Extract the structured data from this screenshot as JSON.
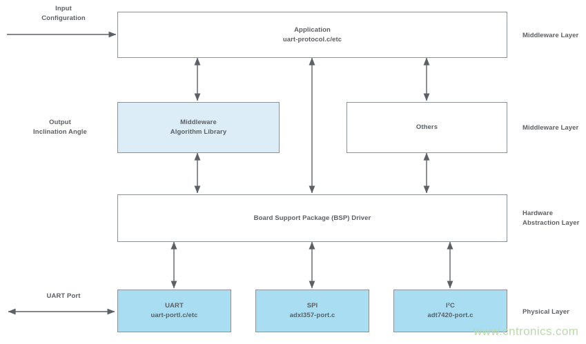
{
  "diagram": {
    "title": "Embedded Software Stack Layer Diagram",
    "colors": {
      "stroke": "#8c9196",
      "arrow": "#5b6166",
      "text": "#5b5f63",
      "fill_white": "#ffffff",
      "fill_pale_blue": "#dcedf7",
      "fill_blue": "#a8ddf2",
      "watermark": "#b9dca6"
    },
    "boxes": [
      {
        "id": "application",
        "line1": "Application",
        "line2": "uart-protocol.c/etc",
        "fill": "white"
      },
      {
        "id": "middleware-algorithm-library",
        "line1": "Middleware",
        "line2": "Algorithm Library",
        "fill": "paleblue"
      },
      {
        "id": "others",
        "line1": "Others",
        "line2": "",
        "fill": "white"
      },
      {
        "id": "bsp-driver",
        "line1": "Board Support Package (BSP) Driver",
        "line2": "",
        "fill": "white"
      },
      {
        "id": "uart",
        "line1": "UART",
        "line2": "uart-portl.c/etc",
        "fill": "blue"
      },
      {
        "id": "spi",
        "line1": "SPI",
        "line2": "adxl357-port.c",
        "fill": "blue"
      },
      {
        "id": "i2c",
        "line1": "I²C",
        "line2": "adt7420-port.c",
        "fill": "blue"
      }
    ],
    "layer_labels": [
      {
        "id": "layer-middleware-top",
        "line1": "Middleware Layer",
        "line2": ""
      },
      {
        "id": "layer-middleware-second",
        "line1": "Middleware Layer",
        "line2": ""
      },
      {
        "id": "layer-hardware",
        "line1": "Hardware",
        "line2": "Abstraction Layer"
      },
      {
        "id": "layer-physical",
        "line1": "Physical Layer",
        "line2": ""
      }
    ],
    "side_labels": [
      {
        "id": "input-configuration",
        "line1": "Input",
        "line2": "Configuration"
      },
      {
        "id": "output-inclination-angle",
        "line1": "Output",
        "line2": "Inclination Angle"
      },
      {
        "id": "uart-port",
        "line1": "UART Port",
        "line2": ""
      }
    ],
    "watermark": "www.cntronics.com"
  }
}
